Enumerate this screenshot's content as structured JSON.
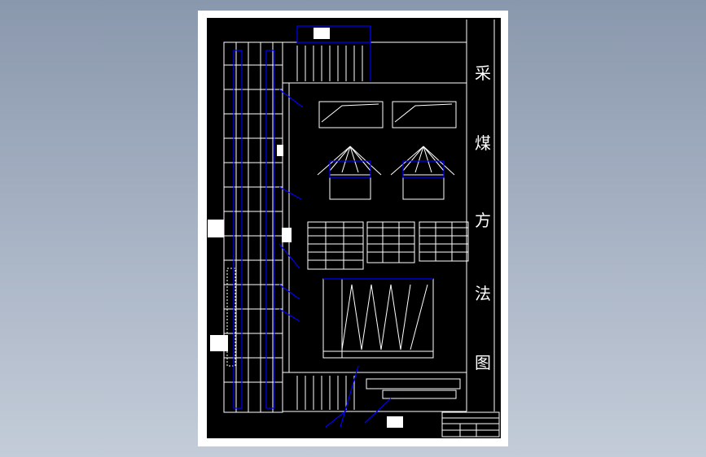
{
  "drawing": {
    "title_chars": [
      "采",
      "煤",
      "方",
      "法",
      "图"
    ],
    "colors": {
      "background": "#8a98ad",
      "paper": "#ffffff",
      "sheet": "#000000",
      "line": "#ffffff",
      "accent": "#0000ff"
    }
  }
}
